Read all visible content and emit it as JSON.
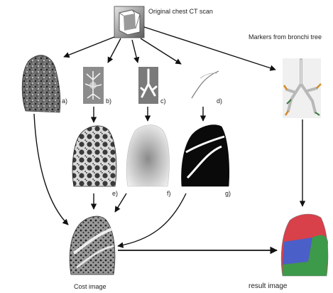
{
  "diagram": {
    "nodes": {
      "ct_scan": {
        "label": "Original chest CT scan"
      },
      "bronchi": {
        "label": "Markers from bronchi tree"
      },
      "a": {
        "label": "a)"
      },
      "b": {
        "label": "b)"
      },
      "c": {
        "label": "c)"
      },
      "d": {
        "label": "d)"
      },
      "e": {
        "label": "e)"
      },
      "f": {
        "label": "f)"
      },
      "g": {
        "label": "g)"
      },
      "cost": {
        "label": "Cost image"
      },
      "result": {
        "label": "result image"
      }
    },
    "edges": [
      [
        "ct_scan",
        "a"
      ],
      [
        "ct_scan",
        "b"
      ],
      [
        "ct_scan",
        "c"
      ],
      [
        "ct_scan",
        "d"
      ],
      [
        "ct_scan",
        "bronchi"
      ],
      [
        "b",
        "e"
      ],
      [
        "c",
        "f"
      ],
      [
        "d",
        "g"
      ],
      [
        "a",
        "cost"
      ],
      [
        "e",
        "cost"
      ],
      [
        "f",
        "cost"
      ],
      [
        "g",
        "cost"
      ],
      [
        "cost",
        "result"
      ],
      [
        "bronchi",
        "result"
      ]
    ],
    "colors": {
      "arrow": "#111111",
      "lobe_red": "#d8404a",
      "lobe_blue": "#4a5fc8",
      "lobe_green": "#3c9a4a"
    }
  }
}
